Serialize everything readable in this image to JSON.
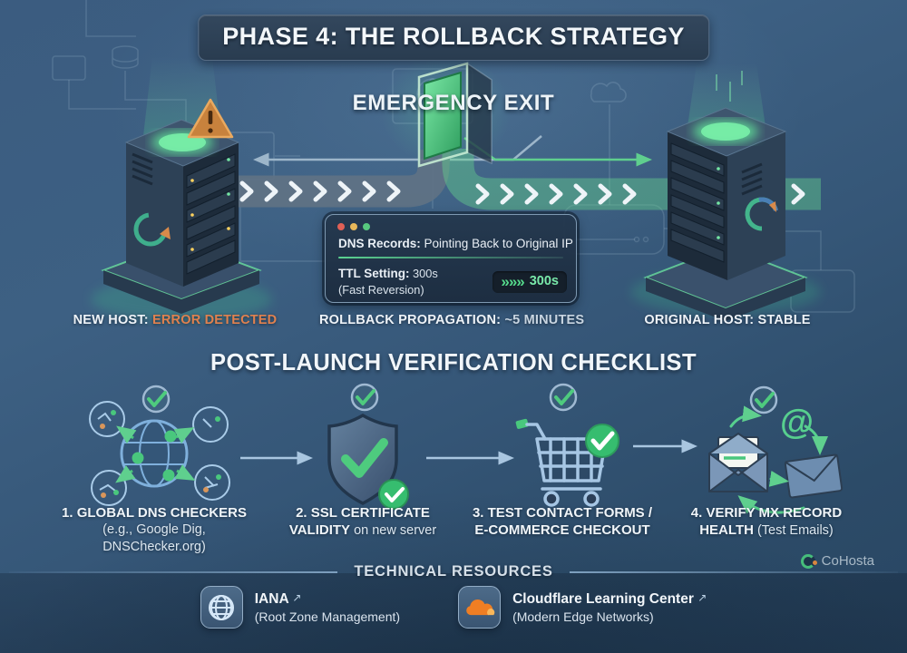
{
  "header": {
    "title": "PHASE 4: THE ROLLBACK STRATEGY",
    "exit_label": "EMERGENCY EXIT"
  },
  "dns_panel": {
    "records_label": "DNS Records:",
    "records_value": " Pointing Back to Original IP",
    "ttl_label": "TTL Setting:",
    "ttl_value": " 300s",
    "ttl_sub": "(Fast Reversion)",
    "ttl_chevrons": "»»»",
    "ttl_badge": "300s"
  },
  "status_row": {
    "new_host_label": "NEW HOST: ",
    "new_host_value": "ERROR DETECTED",
    "propagation_label": "ROLLBACK PROPAGATION: ",
    "propagation_value": "~5 MINUTES",
    "original_host_label": "ORIGINAL HOST: ",
    "original_host_value": "STABLE"
  },
  "checklist": {
    "title": "POST-LAUNCH VERIFICATION CHECKLIST",
    "items": [
      {
        "icon": "dns-checkers-globe-icon",
        "line1": "1. GLOBAL DNS CHECKERS",
        "line2_normal": "(e.g., Google Dig,",
        "line3": "DNSChecker.org)"
      },
      {
        "icon": "ssl-shield-check-icon",
        "line1": "2. SSL CERTIFICATE",
        "line2_strong": "VALIDITY",
        "line2_normal": " on new server"
      },
      {
        "icon": "ecommerce-cart-check-icon",
        "line1": "3. TEST CONTACT FORMS /",
        "line2_strong": "E-COMMERCE CHECKOUT"
      },
      {
        "icon": "mx-email-cycle-icon",
        "line1": "4. VERIFY MX RECORD",
        "line2_strong": "HEALTH",
        "line2_normal": " (Test Emails)"
      }
    ]
  },
  "resources": {
    "title": "TECHNICAL RESOURCES",
    "items": [
      {
        "icon": "globe-grid-icon",
        "name": "IANA",
        "link_glyph": "↗",
        "desc": "(Root Zone Management)"
      },
      {
        "icon": "cloudflare-cloud-icon",
        "name": "Cloudflare Learning Center",
        "link_glyph": "↗",
        "desc": "(Modern Edge Networks)"
      }
    ]
  },
  "brand": {
    "name": "CoHosta"
  },
  "icons": {
    "at_glyph": "@"
  },
  "colors": {
    "accent_green": "#4ecb7e",
    "warning_orange": "#d9863f",
    "error_text": "#e0814f",
    "dot_red": "#e06056",
    "dot_yellow": "#e8b85a",
    "dot_green": "#57c97f",
    "bg_top": "#3b5c80",
    "bg_bottom": "#294663"
  }
}
